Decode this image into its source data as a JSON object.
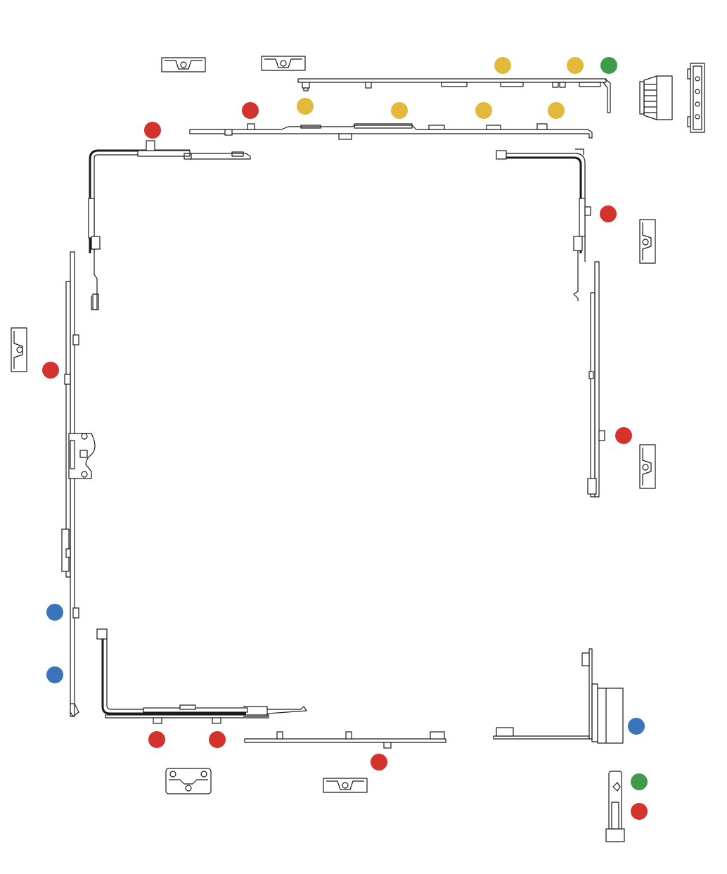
{
  "colors": {
    "red": "#d4322c",
    "yellow": "#e3b93b",
    "green": "#3f9a4a",
    "blue": "#3a74bb",
    "line": "#1a1a1a"
  },
  "markers": [
    {
      "id": "m1",
      "color": "yellow"
    },
    {
      "id": "m2",
      "color": "yellow"
    },
    {
      "id": "m3",
      "color": "green"
    },
    {
      "id": "m4",
      "color": "red"
    },
    {
      "id": "m5",
      "color": "yellow"
    },
    {
      "id": "m6",
      "color": "yellow"
    },
    {
      "id": "m7",
      "color": "yellow"
    },
    {
      "id": "m8",
      "color": "yellow"
    },
    {
      "id": "m9",
      "color": "red"
    },
    {
      "id": "m10",
      "color": "red"
    },
    {
      "id": "m11",
      "color": "red"
    },
    {
      "id": "m12",
      "color": "red"
    },
    {
      "id": "m13",
      "color": "blue"
    },
    {
      "id": "m14",
      "color": "blue"
    },
    {
      "id": "m15",
      "color": "blue"
    },
    {
      "id": "m16",
      "color": "red"
    },
    {
      "id": "m17",
      "color": "red"
    },
    {
      "id": "m18",
      "color": "red"
    },
    {
      "id": "m19",
      "color": "green"
    },
    {
      "id": "m20",
      "color": "red"
    }
  ]
}
